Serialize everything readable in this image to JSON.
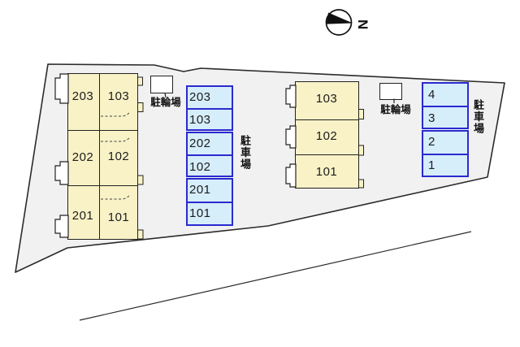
{
  "compass": {
    "north_label": "N"
  },
  "building_a": {
    "units": [
      "203",
      "103",
      "202",
      "102",
      "201",
      "101"
    ]
  },
  "building_b": {
    "units": [
      "103",
      "102",
      "101"
    ]
  },
  "bike_parking_a": {
    "label": "駐輪場"
  },
  "bike_parking_b": {
    "label": "駐輪場"
  },
  "parking_a": {
    "label": "駐車場",
    "spaces": [
      "203",
      "103",
      "202",
      "102",
      "201",
      "101"
    ]
  },
  "parking_b": {
    "label": "駐車場",
    "spaces": [
      "4",
      "3",
      "2",
      "1"
    ]
  },
  "colors": {
    "site_fill": "#f1f1f1",
    "outline": "#2b2b2b",
    "building_fill": "#f8f2c6",
    "parking_fill": "#d6edfa",
    "parking_border": "#2a2ad0",
    "structure_fill": "#ffffff"
  }
}
